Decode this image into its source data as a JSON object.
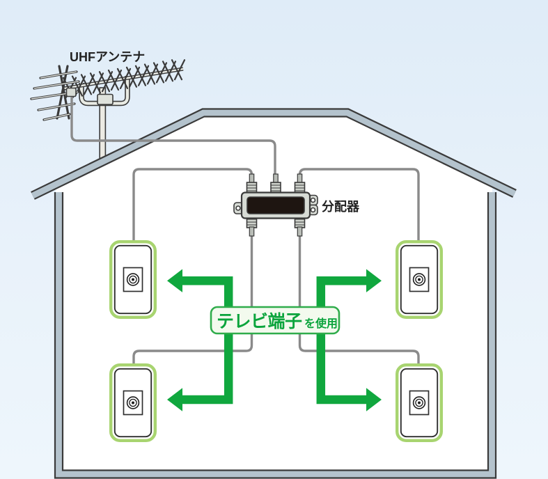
{
  "labels": {
    "antenna": "UHFアンテナ",
    "splitter": "分配器",
    "terminal_main": "テレビ端子",
    "terminal_suffix": "を使用"
  },
  "icons": {
    "coax_terminal": "concentric-circles-connector",
    "direction_arrow": "green-right-angle-arrow",
    "antenna": "yagi-uhf-antenna",
    "splitter_device": "4-way-splitter-box"
  },
  "structure": {
    "outlet_positions": [
      "top-left",
      "top-right",
      "bottom-left",
      "bottom-right"
    ],
    "arrow_directions": [
      "left",
      "right",
      "left",
      "right"
    ]
  },
  "colors": {
    "bg_top": "#e0edf8",
    "bg_bottom": "#eef6fc",
    "house_band": "#b4c3cd",
    "outline": "#3a3a3a",
    "interior": "#ffffff",
    "cable": "#8a8a8a",
    "arrow_green": "#10a73e",
    "outlet_green": "#a8d470",
    "label_border": "#2fac4b",
    "label_fill": "#f3faee",
    "label_text": "#0aa43c",
    "splitter_body": "#d7dbd5",
    "splitter_window": "#1e1511"
  }
}
